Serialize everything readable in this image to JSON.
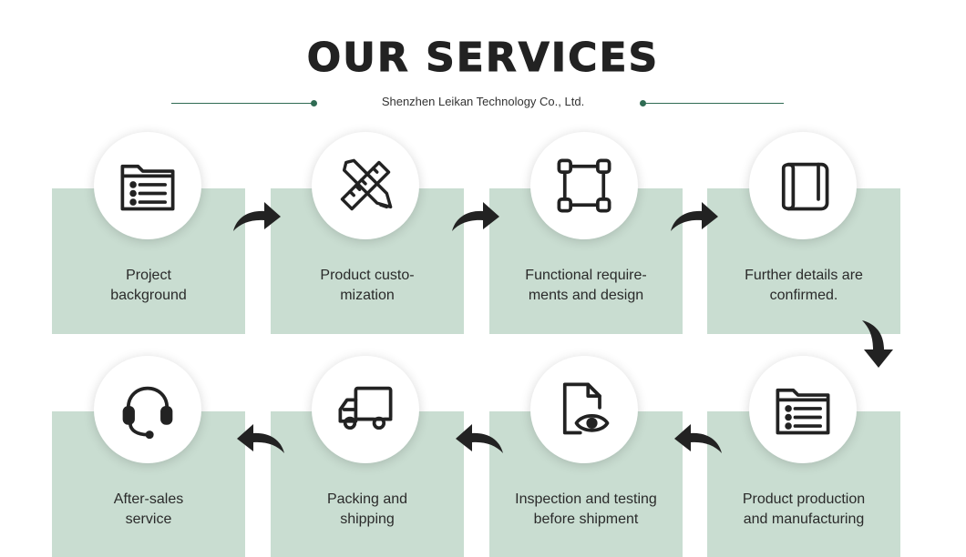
{
  "header": {
    "title": "OUR SERVICES",
    "subtitle": "Shenzhen Leikan Technology Co., Ltd."
  },
  "colors": {
    "card": "#c9ddd1",
    "accent": "#2f6b53",
    "text": "#2a2a2a"
  },
  "steps": [
    {
      "label": "Project\nbackground",
      "icon": "folder-list-icon"
    },
    {
      "label": "Product custo-\nmization",
      "icon": "pencil-ruler-icon"
    },
    {
      "label": "Functional require-\nments and design",
      "icon": "vector-frame-icon"
    },
    {
      "label": "Further details are\nconfirmed.",
      "icon": "blueprint-scroll-icon"
    },
    {
      "label": "Product production\nand manufacturing",
      "icon": "folder-list-icon"
    },
    {
      "label": "Inspection and testing\nbefore shipment",
      "icon": "document-eye-icon"
    },
    {
      "label": "Packing and\nshipping",
      "icon": "delivery-truck-icon"
    },
    {
      "label": "After-sales\nservice",
      "icon": "headset-icon"
    }
  ]
}
